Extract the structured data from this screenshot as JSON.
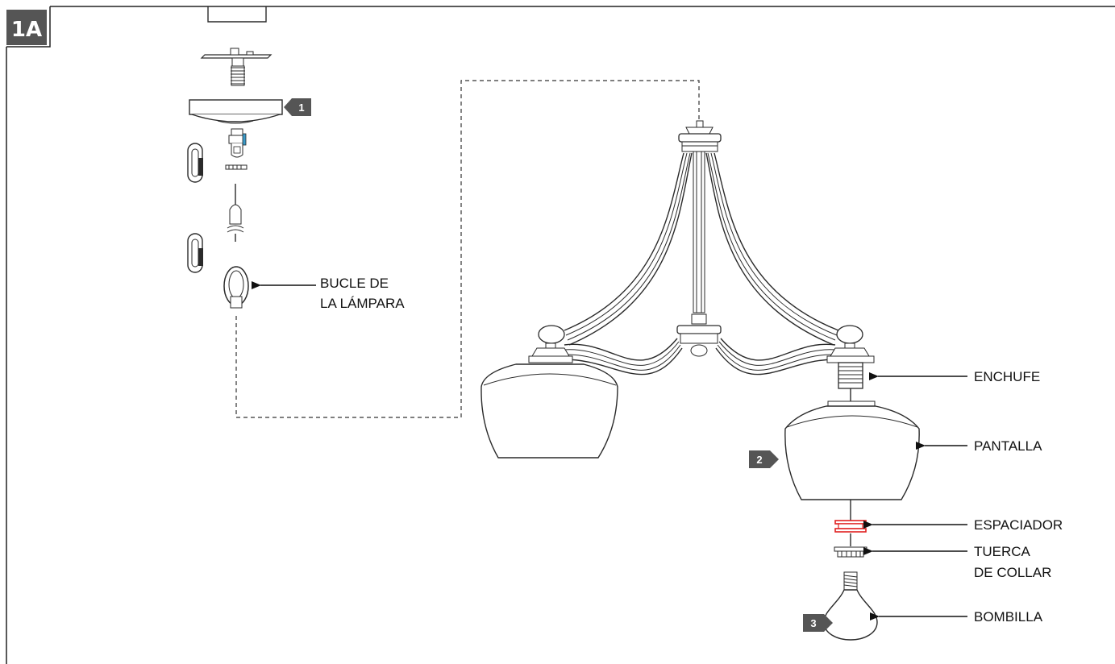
{
  "figure": {
    "corner_tag": "1A"
  },
  "steps": {
    "step1": "1",
    "step2": "2",
    "step3": "3"
  },
  "labels": {
    "loop_line1": "BUCLE DE",
    "loop_line2": "LA LÁMPARA",
    "socket": "ENCHUFE",
    "shade": "PANTALLA",
    "spacer": "ESPACIADOR",
    "nut_line1": "TUERCA",
    "nut_line2": "DE COLLAR",
    "bulb": "BOMBILLA"
  },
  "colors": {
    "badge": "#555555",
    "spacer_highlight": "#e02020",
    "line": "#2a2a2a"
  },
  "icons": {
    "arrow": "arrow-left-icon"
  }
}
